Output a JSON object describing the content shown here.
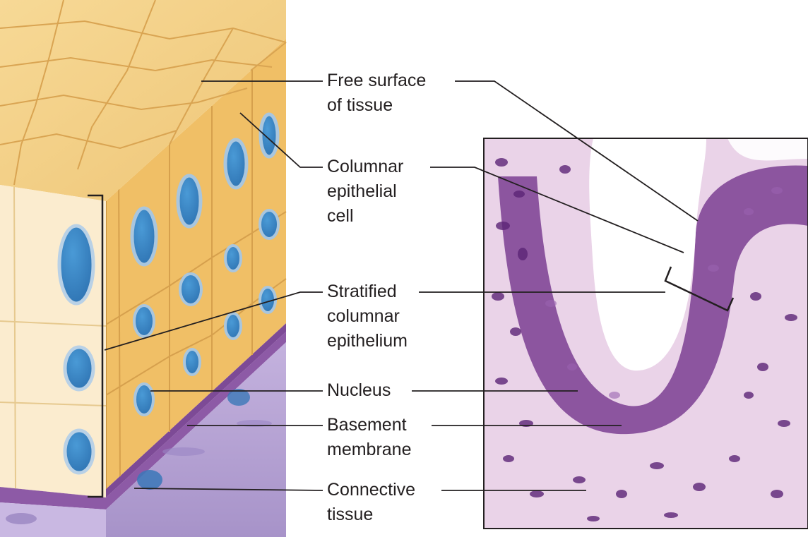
{
  "labels": {
    "free_surface": [
      "Free surface",
      "of tissue"
    ],
    "columnar_cell": [
      "Columnar",
      "epithelial",
      "cell"
    ],
    "stratified": [
      "Stratified",
      "columnar",
      "epithelium"
    ],
    "nucleus": [
      "Nucleus"
    ],
    "basement": [
      "Basement",
      "membrane"
    ],
    "connective": [
      "Connective",
      "tissue"
    ]
  },
  "colors": {
    "cell_top": "#f3cd84",
    "cell_side": "#f0bf66",
    "cell_front": "#fbeccf",
    "nucleus": "#3b87c7",
    "basement_membrane": "#7d4a96",
    "connective_tissue": "#b7a3d4",
    "micrograph_bg": "#ead3e8",
    "micrograph_nuclei": "#6b2f86",
    "leader_line": "#231f20"
  }
}
